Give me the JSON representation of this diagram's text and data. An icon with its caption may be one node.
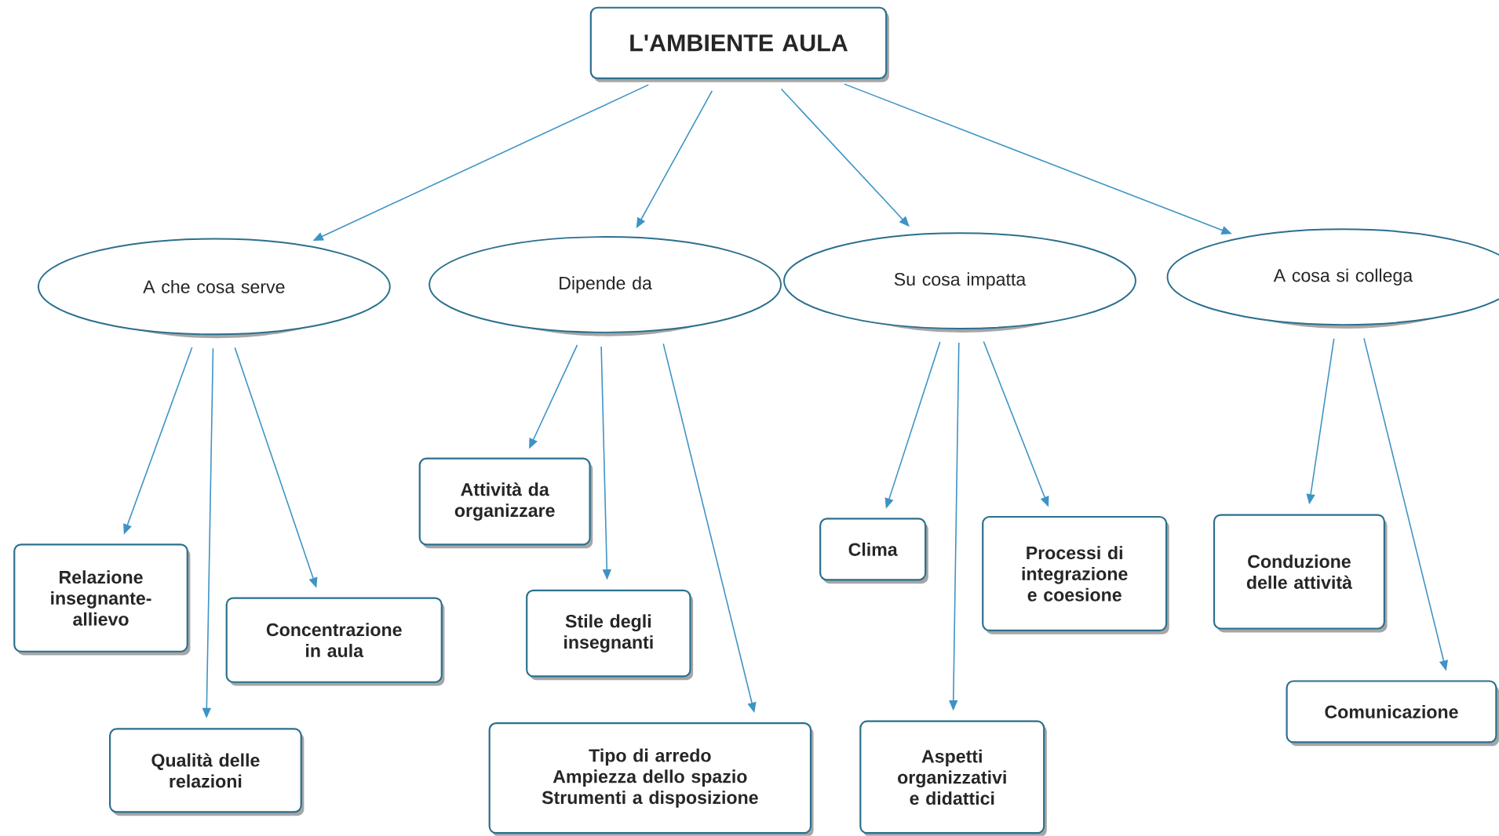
{
  "diagram": {
    "nodes": [
      {
        "text": [
          "L'AMBIENTE AULA"
        ]
      },
      {
        "text": [
          "A che cosa serve"
        ]
      },
      {
        "text": [
          "Dipende da"
        ]
      },
      {
        "text": [
          "Su cosa impatta"
        ]
      },
      {
        "text": [
          "A cosa si collega"
        ]
      },
      {
        "text": [
          "Relazione insegnante-allievo"
        ]
      },
      {
        "text": [
          "Qualità delle relazioni"
        ]
      },
      {
        "text": [
          "Concentrazione in aula"
        ]
      },
      {
        "text": [
          "Attività da organizzare"
        ]
      },
      {
        "text": [
          "Stile degli insegnanti"
        ]
      },
      {
        "text": [
          "Tipo di arredo",
          "Ampiezza dello spazio",
          "Strumenti a disposizione"
        ]
      },
      {
        "text": [
          "Clima"
        ]
      },
      {
        "text": [
          "Aspetti organizzativi e didattici"
        ]
      },
      {
        "text": [
          "Processi di integrazione e coesione"
        ]
      },
      {
        "text": [
          "Conduzione delle attività"
        ]
      },
      {
        "text": [
          "Comunicazione"
        ]
      }
    ],
    "edges": [
      {
        "from": 0,
        "to": 1,
        "arrow": "to"
      },
      {
        "from": 0,
        "to": 2,
        "arrow": "to"
      },
      {
        "from": 0,
        "to": 3,
        "arrow": "to"
      },
      {
        "from": 0,
        "to": 4,
        "arrow": "to"
      },
      {
        "from": 1,
        "to": 5,
        "arrow": "to"
      },
      {
        "from": 1,
        "to": 6,
        "arrow": "to"
      },
      {
        "from": 1,
        "to": 7,
        "arrow": "to"
      },
      {
        "from": 2,
        "to": 8,
        "arrow": "to"
      },
      {
        "from": 2,
        "to": 9,
        "arrow": "to"
      },
      {
        "from": 2,
        "to": 10,
        "arrow": "to"
      },
      {
        "from": 3,
        "to": 11,
        "arrow": "to"
      },
      {
        "from": 3,
        "to": 12,
        "arrow": "to"
      },
      {
        "from": 3,
        "to": 13,
        "arrow": "to"
      },
      {
        "from": 4,
        "to": 14,
        "arrow": "to"
      },
      {
        "from": 4,
        "to": 15,
        "arrow": "to"
      }
    ]
  }
}
